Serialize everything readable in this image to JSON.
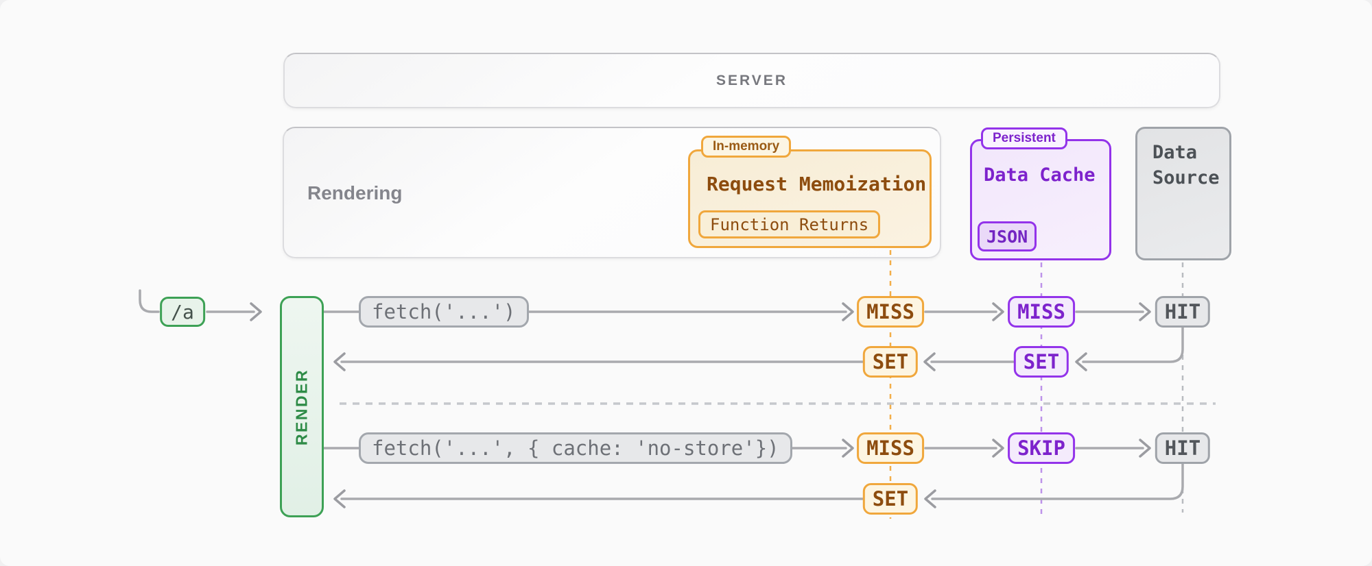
{
  "diagram": {
    "server": {
      "label": "SERVER"
    },
    "rendering": {
      "label": "Rendering"
    },
    "request_memoization": {
      "badge": "In-memory",
      "title": "Request Memoization",
      "chip": "Function Returns"
    },
    "data_cache": {
      "badge": "Persistent",
      "title": "Data Cache",
      "chip": "JSON"
    },
    "data_source": {
      "title": "Data Source"
    },
    "route": {
      "label": "/a"
    },
    "render_bar": {
      "label": "RENDER"
    },
    "rows": {
      "first_request": {
        "call": "fetch('...')",
        "memoization": "MISS",
        "cache": "MISS",
        "source": "HIT"
      },
      "first_response": {
        "memoization": "SET",
        "cache": "SET"
      },
      "second_request": {
        "call": "fetch('...', { cache: 'no-store'})",
        "memoization": "MISS",
        "cache": "SKIP",
        "source": "HIT"
      },
      "second_response": {
        "memoization": "SET"
      }
    },
    "colors": {
      "orange_border": "#f0a73c",
      "orange_text": "#8d4c0e",
      "purple_border": "#9333ea",
      "purple_text": "#7d22cc",
      "green_border": "#3da155",
      "green_text": "#2e8b47",
      "gray_border": "#9fa3a9",
      "gray_text": "#52565b",
      "line": "#a9aaae",
      "orange_dash": "#f2ae49",
      "purple_dash": "#bd93e9",
      "gray_dash": "#b8bbbf"
    }
  }
}
